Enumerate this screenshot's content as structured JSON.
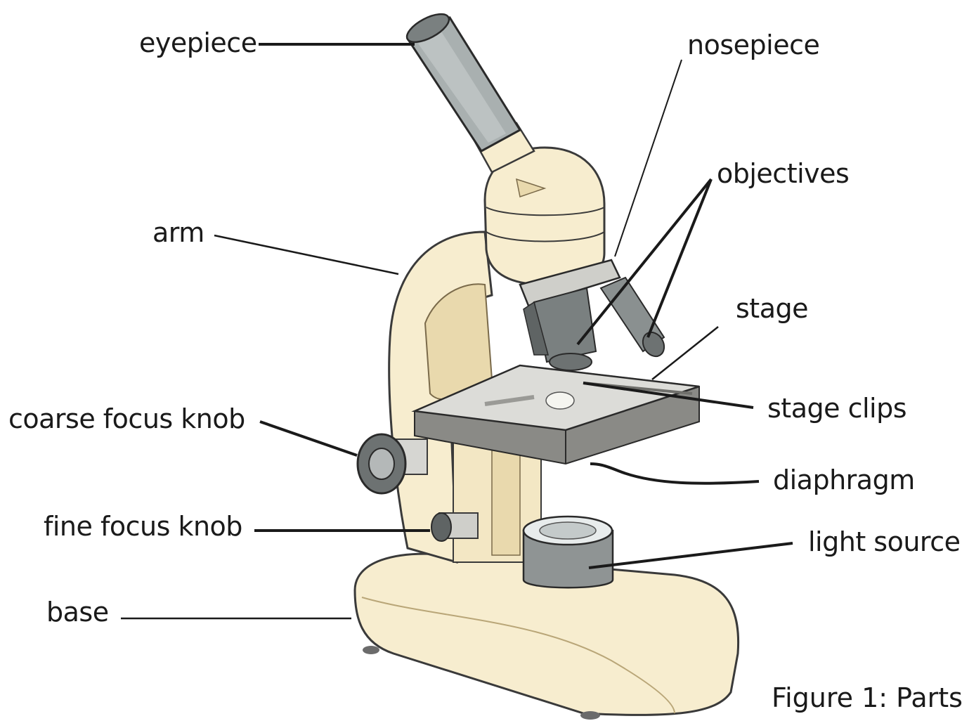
{
  "labels": {
    "eyepiece": "eyepiece",
    "nosepiece": "nosepiece",
    "objectives": "objectives",
    "arm": "arm",
    "stage": "stage",
    "stage_clips": "stage clips",
    "coarse_focus_knob": "coarse focus knob",
    "diaphragm": "diaphragm",
    "fine_focus_knob": "fine focus knob",
    "light_source": "light source",
    "base": "base"
  },
  "caption": "Figure 1: Parts",
  "colors": {
    "body": "#f7edcf",
    "body_shadow": "#e9d9ad",
    "metal": "#9aa0a0",
    "metal_dark": "#5f6464",
    "stage_top": "#dcdcd8",
    "stage_side": "#8a8a86",
    "line": "#1a1a1a"
  }
}
